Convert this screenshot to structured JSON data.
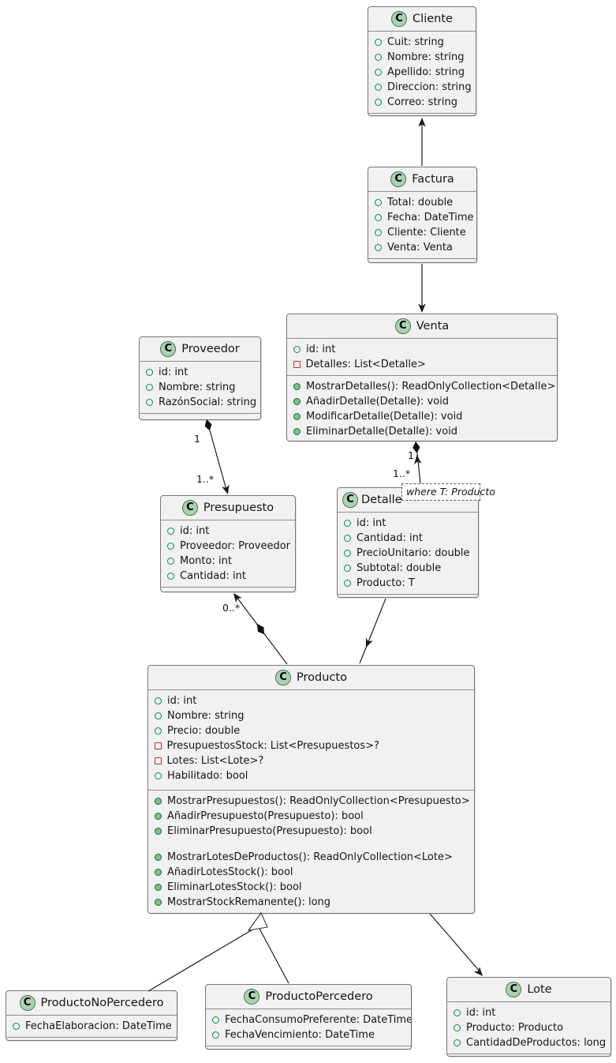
{
  "class_icon_letter": "C",
  "colors": {
    "class_fill": "#f1f1f1",
    "class_border": "#767676",
    "circle_icon_fill": "#add1b2",
    "public_field_green": "#088b45",
    "private_field_red": "#c02f2f",
    "public_method_fill": "#84be84",
    "edge_color": "#1c1c1c",
    "background": "#ffffff"
  },
  "note": {
    "text": "where T: Producto"
  },
  "classes": [
    {
      "name": "Cliente",
      "attributes": [
        {
          "visibility": "public-field",
          "text": "Cuit: string"
        },
        {
          "visibility": "public-field",
          "text": "Nombre: string"
        },
        {
          "visibility": "public-field",
          "text": "Apellido: string"
        },
        {
          "visibility": "public-field",
          "text": "Direccion: string"
        },
        {
          "visibility": "public-field",
          "text": "Correo: string"
        }
      ],
      "methods": []
    },
    {
      "name": "Factura",
      "attributes": [
        {
          "visibility": "public-field",
          "text": "Total: double"
        },
        {
          "visibility": "public-field",
          "text": "Fecha: DateTime"
        },
        {
          "visibility": "public-field",
          "text": "Cliente: Cliente"
        },
        {
          "visibility": "public-field",
          "text": "Venta: Venta"
        }
      ],
      "methods": []
    },
    {
      "name": "Venta",
      "attributes": [
        {
          "visibility": "public-field",
          "text": "id: int"
        },
        {
          "visibility": "private-field",
          "text": "Detalles: List<Detalle>"
        }
      ],
      "methods": [
        {
          "visibility": "public-method",
          "text": "MostrarDetalles(): ReadOnlyCollection<Detalle>"
        },
        {
          "visibility": "public-method",
          "text": "AñadirDetalle(Detalle): void"
        },
        {
          "visibility": "public-method",
          "text": "ModificarDetalle(Detalle): void"
        },
        {
          "visibility": "public-method",
          "text": "EliminarDetalle(Detalle): void"
        }
      ]
    },
    {
      "name": "Proveedor",
      "attributes": [
        {
          "visibility": "public-field",
          "text": "id: int"
        },
        {
          "visibility": "public-field",
          "text": "Nombre: string"
        },
        {
          "visibility": "public-field",
          "text": "RazónSocial: string"
        }
      ],
      "methods": []
    },
    {
      "name": "Presupuesto",
      "attributes": [
        {
          "visibility": "public-field",
          "text": "id: int"
        },
        {
          "visibility": "public-field",
          "text": "Proveedor: Proveedor"
        },
        {
          "visibility": "public-field",
          "text": "Monto: int"
        },
        {
          "visibility": "public-field",
          "text": "Cantidad: int"
        }
      ],
      "methods": []
    },
    {
      "name": "Detalle",
      "attributes": [
        {
          "visibility": "public-field",
          "text": "id: int"
        },
        {
          "visibility": "public-field",
          "text": "Cantidad: int"
        },
        {
          "visibility": "public-field",
          "text": "PrecioUnitario: double"
        },
        {
          "visibility": "public-field",
          "text": "Subtotal: double"
        },
        {
          "visibility": "public-field",
          "text": "Producto: T"
        }
      ],
      "methods": []
    },
    {
      "name": "Producto",
      "attributes": [
        {
          "visibility": "public-field",
          "text": "id: int"
        },
        {
          "visibility": "public-field",
          "text": "Nombre: string"
        },
        {
          "visibility": "public-field",
          "text": "Precio: double"
        },
        {
          "visibility": "private-field",
          "text": "PresupuestosStock: List<Presupuestos>?"
        },
        {
          "visibility": "private-field",
          "text": "Lotes: List<Lote>?"
        },
        {
          "visibility": "public-field",
          "text": "Habilitado: bool"
        }
      ],
      "methods": [
        {
          "visibility": "public-method",
          "text": "MostrarPresupuestos(): ReadOnlyCollection<Presupuesto>"
        },
        {
          "visibility": "public-method",
          "text": "AñadirPresupuesto(Presupuesto): bool"
        },
        {
          "visibility": "public-method",
          "text": "EliminarPresupuesto(Presupuesto): bool"
        },
        {
          "visibility": "public-method",
          "text": "MostrarLotesDeProductos(): ReadOnlyCollection<Lote>"
        },
        {
          "visibility": "public-method",
          "text": "AñadirLotesStock(): bool"
        },
        {
          "visibility": "public-method",
          "text": "EliminarLotesStock(): bool"
        },
        {
          "visibility": "public-method",
          "text": "MostrarStockRemanente(): long"
        }
      ]
    },
    {
      "name": "ProductoNoPercedero",
      "attributes": [
        {
          "visibility": "public-field",
          "text": "FechaElaboracion: DateTime"
        }
      ],
      "methods": []
    },
    {
      "name": "ProductoPercedero",
      "attributes": [
        {
          "visibility": "public-field",
          "text": "FechaConsumoPreferente: DateTime"
        },
        {
          "visibility": "public-field",
          "text": "FechaVencimiento: DateTime"
        }
      ],
      "methods": []
    },
    {
      "name": "Lote",
      "attributes": [
        {
          "visibility": "public-field",
          "text": "id: int"
        },
        {
          "visibility": "public-field",
          "text": "Producto: Producto"
        },
        {
          "visibility": "public-field",
          "text": "CantidadDeProductos: long"
        }
      ],
      "methods": []
    }
  ],
  "edges": [
    {
      "from": "Factura",
      "to": "Cliente",
      "type": "arrow"
    },
    {
      "from": "Factura",
      "to": "Venta",
      "type": "arrow"
    },
    {
      "from": "Proveedor",
      "to": "Presupuesto",
      "type": "composition-arrow",
      "from_label": "1",
      "to_label": "1..*"
    },
    {
      "from": "Detalle",
      "to": "Venta",
      "type": "composition-arrow",
      "from_label": "1..*",
      "to_label": "1"
    },
    {
      "from": "Producto",
      "to": "Presupuesto",
      "type": "composition-arrow",
      "to_label": "0..*"
    },
    {
      "from": "Detalle",
      "to": "Producto",
      "type": "arrow"
    },
    {
      "from": "ProductoNoPercedero",
      "to": "Producto",
      "type": "inheritance"
    },
    {
      "from": "ProductoPercedero",
      "to": "Producto",
      "type": "inheritance"
    },
    {
      "from": "Producto",
      "to": "Lote",
      "type": "arrow"
    }
  ]
}
